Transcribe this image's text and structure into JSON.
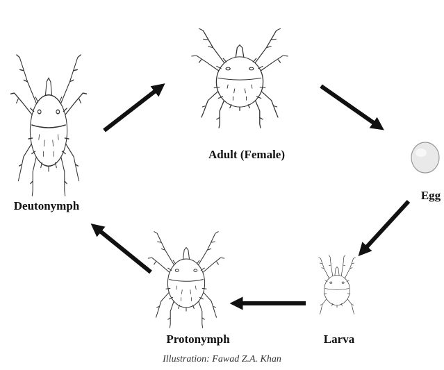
{
  "stages": {
    "adult": "Adult (Female)",
    "egg": "Egg",
    "larva": "Larva",
    "protonymph": "Protonymph",
    "deutonymph": "Deutonymph"
  },
  "credit": "Illustration: Fawad Z.A. Khan",
  "colors": {
    "ink": "#111111",
    "line": "#333333",
    "egg_fill": "#e9e9e9"
  }
}
